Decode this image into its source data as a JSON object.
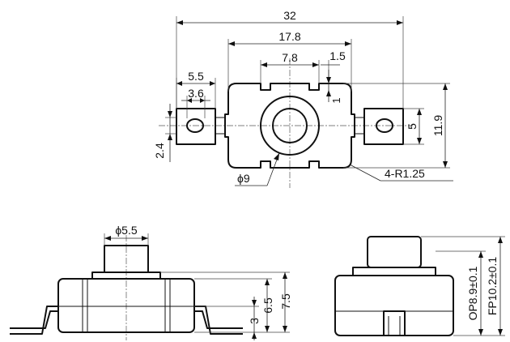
{
  "top_view": {
    "overall_width": "32",
    "body_width": "17.8",
    "slot_span": "7.8",
    "slot_width": "1.5",
    "slot_depth": "1",
    "terminal_width": "5.5",
    "terminal_hole": "3.6",
    "terminal_height": "5",
    "body_height": "11.9",
    "terminal_offset": "2.4",
    "button_diameter": "ϕ9",
    "corner_radius": "4-R1.25"
  },
  "side_view": {
    "button_diameter": "ϕ5.5",
    "height_a": "6.5",
    "height_b": "7.5",
    "lead_height": "3"
  },
  "end_view": {
    "operating_position": "OP8.9±0.1",
    "free_position": "FP10.2±0.1"
  }
}
